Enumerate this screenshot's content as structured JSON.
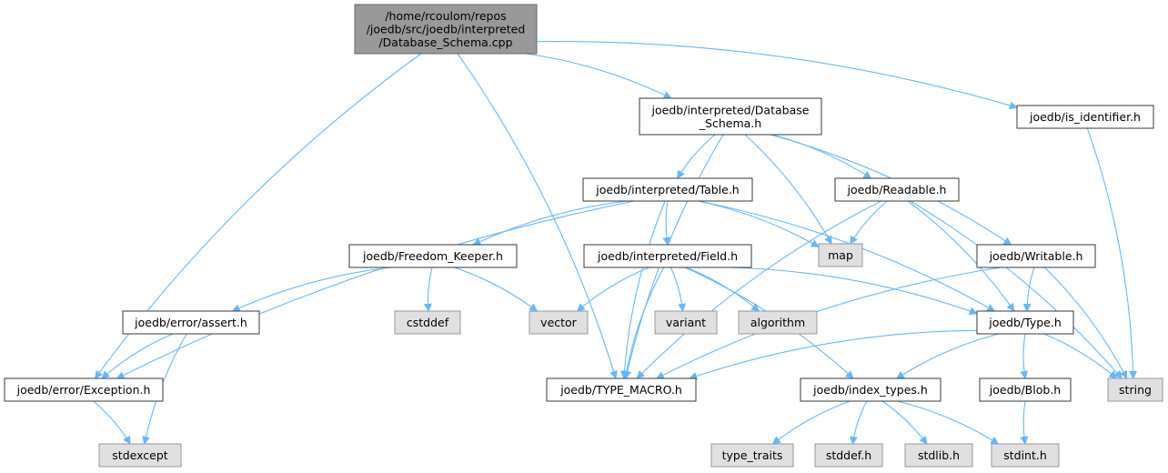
{
  "nodes": [
    {
      "id": "root",
      "kind": "root",
      "lines": [
        "/home/rcoulom/repos",
        "/joedb/src/joedb/interpreted",
        "/Database_Schema.cpp"
      ]
    },
    {
      "id": "dbschema",
      "kind": "local",
      "lines": [
        "joedb/interpreted/Database",
        "_Schema.h"
      ]
    },
    {
      "id": "isident",
      "kind": "local",
      "lines": [
        "joedb/is_identifier.h"
      ]
    },
    {
      "id": "table",
      "kind": "local",
      "lines": [
        "joedb/interpreted/Table.h"
      ]
    },
    {
      "id": "readable",
      "kind": "local",
      "lines": [
        "joedb/Readable.h"
      ]
    },
    {
      "id": "map",
      "kind": "sys",
      "lines": [
        "map"
      ]
    },
    {
      "id": "freedom",
      "kind": "local",
      "lines": [
        "joedb/Freedom_Keeper.h"
      ]
    },
    {
      "id": "field",
      "kind": "local",
      "lines": [
        "joedb/interpreted/Field.h"
      ]
    },
    {
      "id": "writable",
      "kind": "local",
      "lines": [
        "joedb/Writable.h"
      ]
    },
    {
      "id": "assert",
      "kind": "local",
      "lines": [
        "joedb/error/assert.h"
      ]
    },
    {
      "id": "cstddef",
      "kind": "sys",
      "lines": [
        "cstddef"
      ]
    },
    {
      "id": "vector",
      "kind": "sys",
      "lines": [
        "vector"
      ]
    },
    {
      "id": "variant",
      "kind": "sys",
      "lines": [
        "variant"
      ]
    },
    {
      "id": "algorithm",
      "kind": "sys",
      "lines": [
        "algorithm"
      ]
    },
    {
      "id": "type",
      "kind": "local",
      "lines": [
        "joedb/Type.h"
      ]
    },
    {
      "id": "exception",
      "kind": "local",
      "lines": [
        "joedb/error/Exception.h"
      ]
    },
    {
      "id": "typemacro",
      "kind": "local",
      "lines": [
        "joedb/TYPE_MACRO.h"
      ]
    },
    {
      "id": "indextypes",
      "kind": "local",
      "lines": [
        "joedb/index_types.h"
      ]
    },
    {
      "id": "blob",
      "kind": "local",
      "lines": [
        "joedb/Blob.h"
      ]
    },
    {
      "id": "string",
      "kind": "sys",
      "lines": [
        "string"
      ]
    },
    {
      "id": "stdexcept",
      "kind": "sys",
      "lines": [
        "stdexcept"
      ]
    },
    {
      "id": "typetraits",
      "kind": "sys",
      "lines": [
        "type_traits"
      ]
    },
    {
      "id": "stddefh",
      "kind": "sys",
      "lines": [
        "stddef.h"
      ]
    },
    {
      "id": "stdlibh",
      "kind": "sys",
      "lines": [
        "stdlib.h"
      ]
    },
    {
      "id": "stdinth",
      "kind": "sys",
      "lines": [
        "stdint.h"
      ]
    }
  ],
  "edges": [
    [
      "root",
      "dbschema"
    ],
    [
      "root",
      "isident"
    ],
    [
      "root",
      "exception"
    ],
    [
      "root",
      "typemacro"
    ],
    [
      "dbschema",
      "table"
    ],
    [
      "dbschema",
      "readable"
    ],
    [
      "dbschema",
      "map"
    ],
    [
      "dbschema",
      "writable"
    ],
    [
      "dbschema",
      "typemacro"
    ],
    [
      "isident",
      "string"
    ],
    [
      "table",
      "freedom"
    ],
    [
      "table",
      "field"
    ],
    [
      "table",
      "map"
    ],
    [
      "table",
      "exception"
    ],
    [
      "table",
      "typemacro"
    ],
    [
      "table",
      "type"
    ],
    [
      "readable",
      "map"
    ],
    [
      "readable",
      "type"
    ],
    [
      "readable",
      "string"
    ],
    [
      "readable",
      "typemacro"
    ],
    [
      "freedom",
      "assert"
    ],
    [
      "freedom",
      "cstddef"
    ],
    [
      "freedom",
      "vector"
    ],
    [
      "field",
      "vector"
    ],
    [
      "field",
      "variant"
    ],
    [
      "field",
      "algorithm"
    ],
    [
      "field",
      "type"
    ],
    [
      "field",
      "typemacro"
    ],
    [
      "field",
      "indextypes"
    ],
    [
      "writable",
      "type"
    ],
    [
      "writable",
      "string"
    ],
    [
      "writable",
      "typemacro"
    ],
    [
      "assert",
      "exception"
    ],
    [
      "assert",
      "stdexcept"
    ],
    [
      "type",
      "typemacro"
    ],
    [
      "type",
      "indextypes"
    ],
    [
      "type",
      "blob"
    ],
    [
      "type",
      "string"
    ],
    [
      "exception",
      "stdexcept"
    ],
    [
      "indextypes",
      "typetraits"
    ],
    [
      "indextypes",
      "stddefh"
    ],
    [
      "indextypes",
      "stdlibh"
    ],
    [
      "indextypes",
      "stdinth"
    ],
    [
      "blob",
      "stdinth"
    ]
  ]
}
